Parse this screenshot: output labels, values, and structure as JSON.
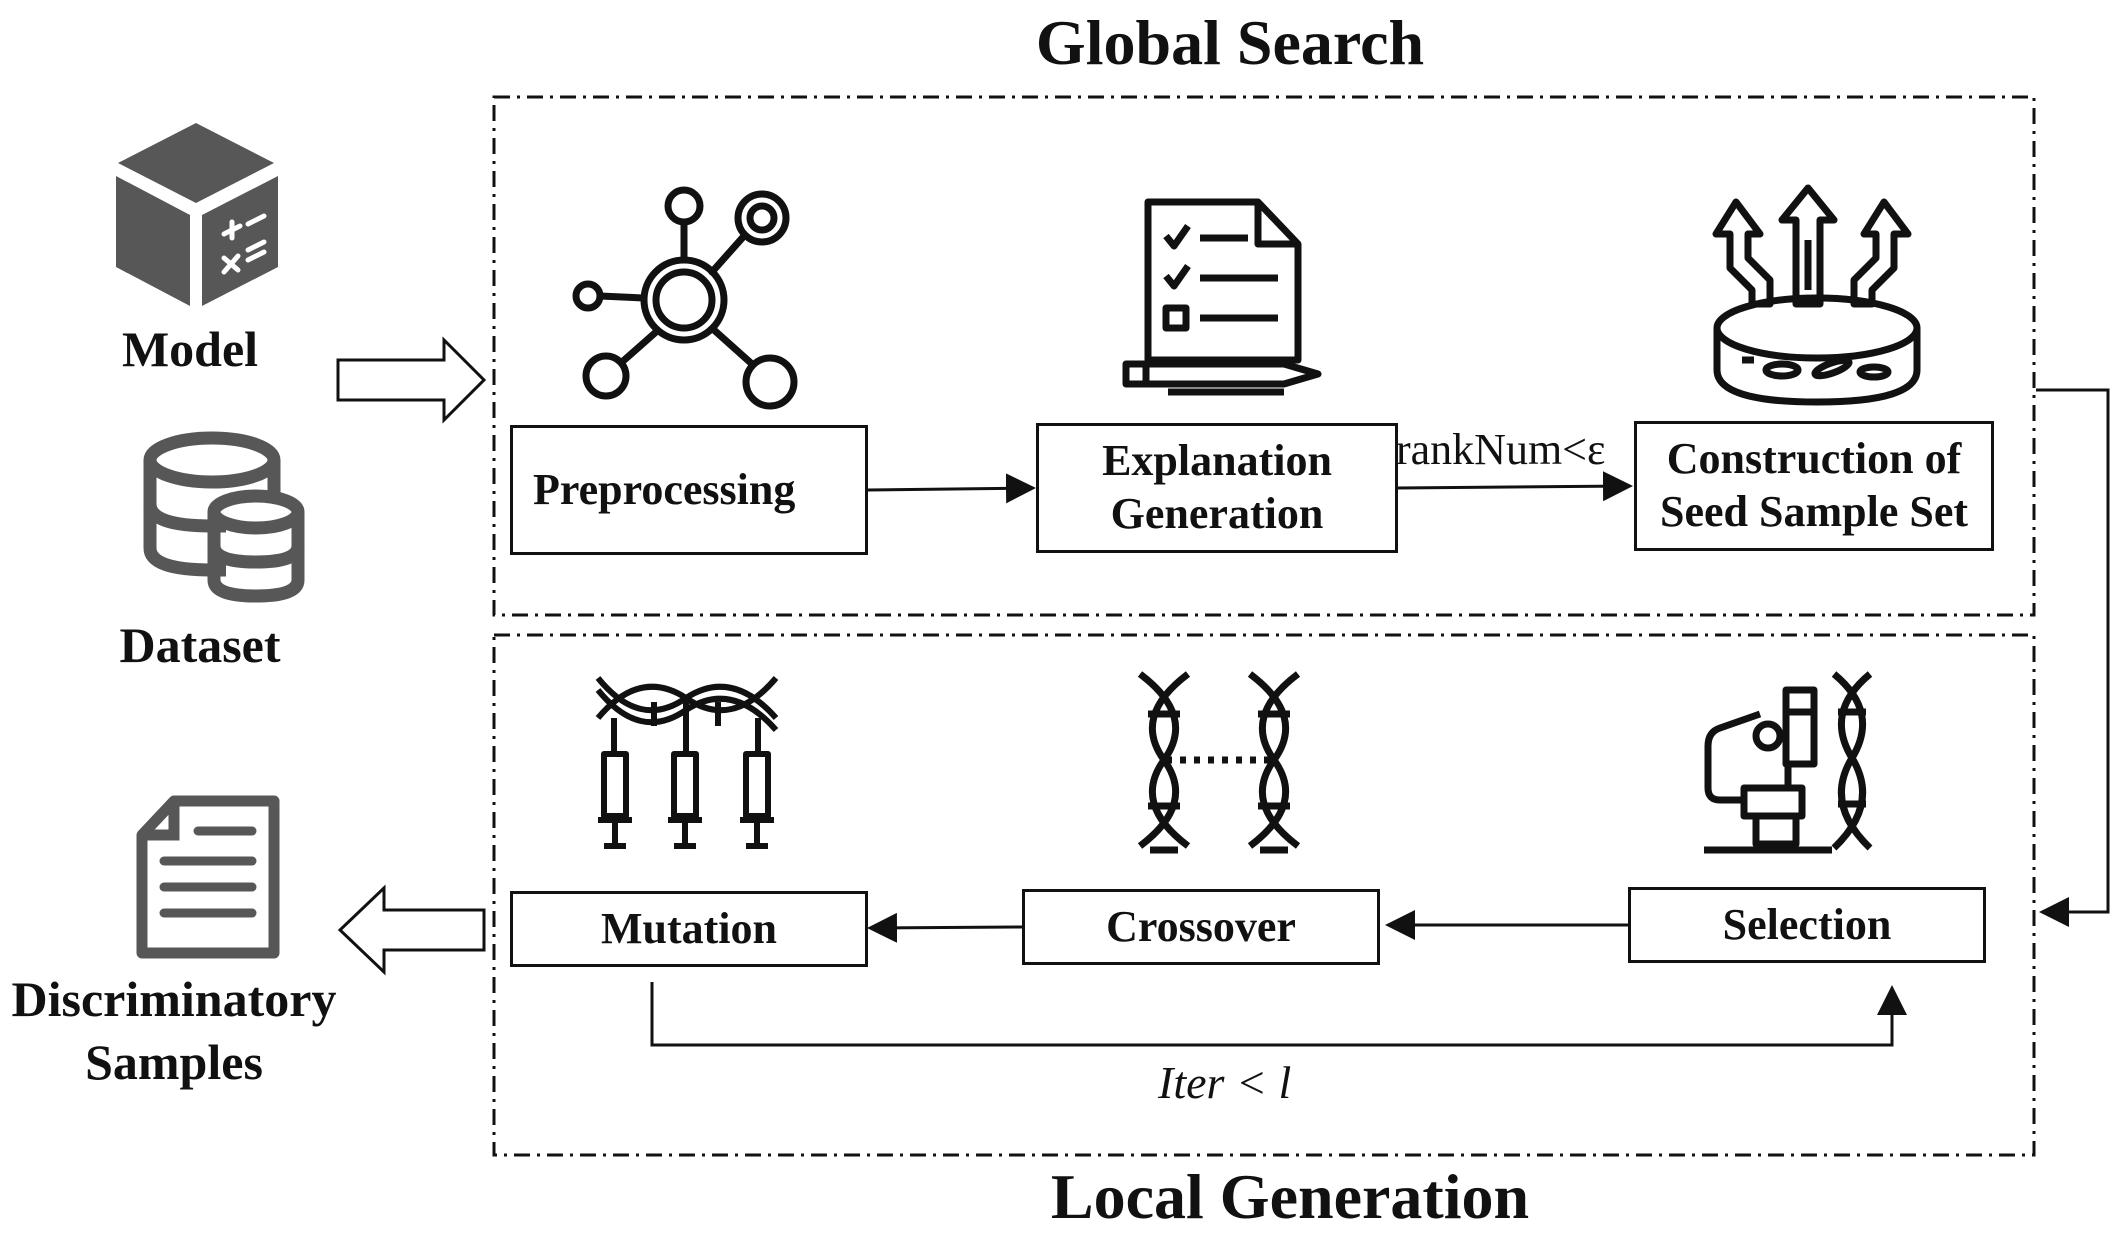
{
  "titles": {
    "top": "Global Search",
    "bottom": "Local Generation"
  },
  "inputs": {
    "model": "Model",
    "dataset": "Dataset"
  },
  "output": {
    "line1": "Discriminatory",
    "line2": "Samples"
  },
  "global_steps": {
    "preprocessing": "Preprocessing",
    "explanation_line1": "Explanation",
    "explanation_line2": "Generation",
    "construction_line1": "Construction of",
    "construction_line2": "Seed Sample Set"
  },
  "edge_labels": {
    "rank": "rankNum<ε",
    "iter": "Iter < l"
  },
  "local_steps": {
    "mutation": "Mutation",
    "crossover": "Crossover",
    "selection": "Selection"
  },
  "icons": {
    "model": "cube-calculator-icon",
    "dataset": "database-icon",
    "output": "document-icon",
    "preprocessing": "network-nodes-icon",
    "explanation": "checklist-pen-icon",
    "construction": "petri-dish-arrows-icon",
    "mutation": "dna-syringes-icon",
    "crossover": "dna-double-helix-icon",
    "selection": "microscope-dna-icon"
  },
  "colors": {
    "icon_fill": "#575757",
    "line": "#111111"
  }
}
